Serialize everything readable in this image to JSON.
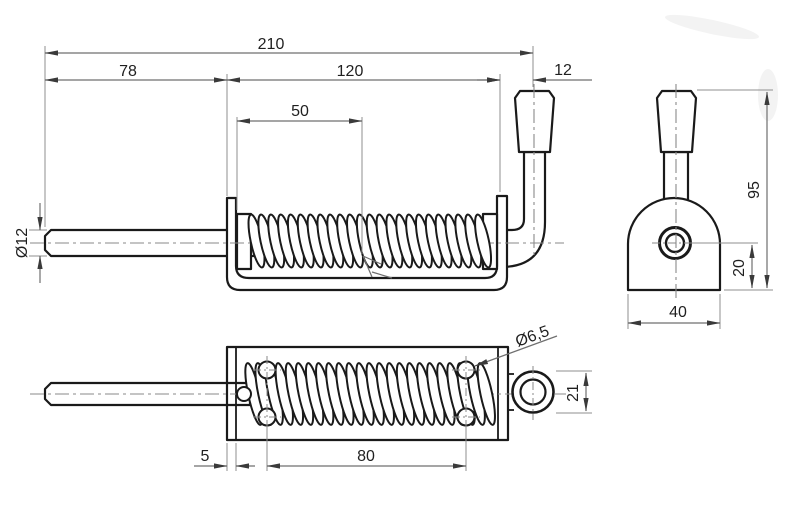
{
  "colors": {
    "background": "#ffffff",
    "outline": "#1a1a1a",
    "dimension_lines": "#6f6f6f",
    "text": "#1f1f1f"
  },
  "dims": {
    "front": {
      "total_length": "210",
      "rod_exposed": "78",
      "body_length": "120",
      "handle_offset": "12",
      "spring_length": "50",
      "rod_diameter": "Ø12"
    },
    "side": {
      "overall_height": "95",
      "hole_to_bottom": "20",
      "body_width": "40"
    },
    "top": {
      "hole_diameter": "Ø6,5",
      "eye_diameter": "21",
      "flange_width": "5",
      "hole_spacing": "80"
    }
  }
}
